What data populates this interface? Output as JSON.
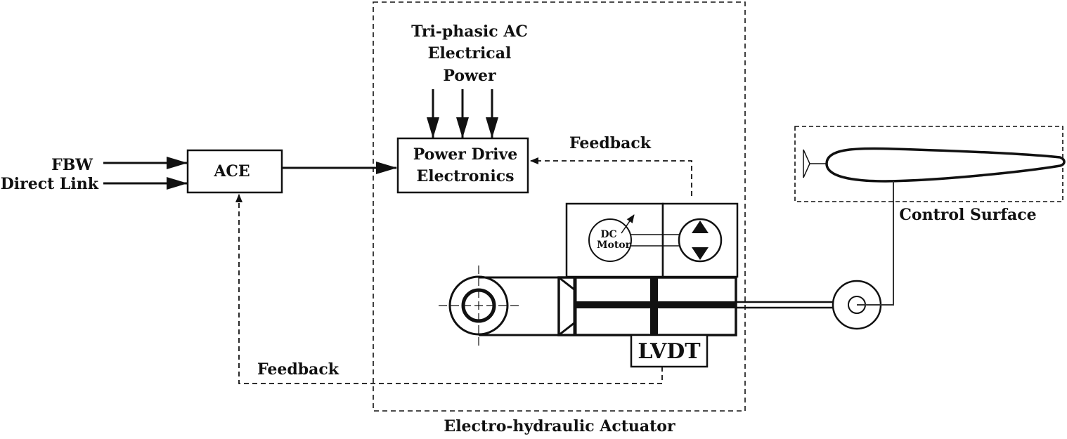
{
  "inputs": {
    "fbw": "FBW",
    "direct_link": "Direct Link"
  },
  "ace": {
    "label": "ACE"
  },
  "power_source": {
    "line1": "Tri-phasic AC",
    "line2": "Electrical",
    "line3": "Power"
  },
  "pde": {
    "line1": "Power Drive",
    "line2": "Electronics"
  },
  "feedback_inner": {
    "label": "Feedback"
  },
  "feedback_outer": {
    "label": "Feedback"
  },
  "motor": {
    "line1": "DC",
    "line2": "Motor"
  },
  "lvdt": {
    "label": "LVDT"
  },
  "actuator_group": {
    "label": "Electro-hydraulic Actuator"
  },
  "control_surface": {
    "label": "Control Surface"
  },
  "colors": {
    "stroke": "#111111",
    "background": "#ffffff"
  }
}
